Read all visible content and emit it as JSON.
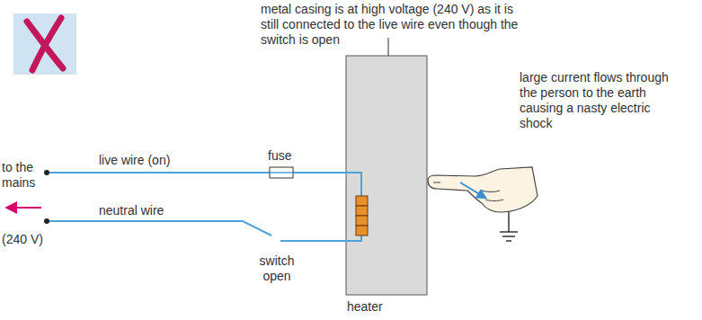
{
  "diagram": {
    "labels": [
      "metal casing is at high voltage (240 V) as it is still connected to the live wire even though the switch is open",
      "large current flows through the person to the earth causing a nasty electric shock",
      "live wire (on)",
      "fuse",
      "to the mains",
      "(240 V)",
      "neutral wire",
      "switch open",
      "heater"
    ]
  }
}
